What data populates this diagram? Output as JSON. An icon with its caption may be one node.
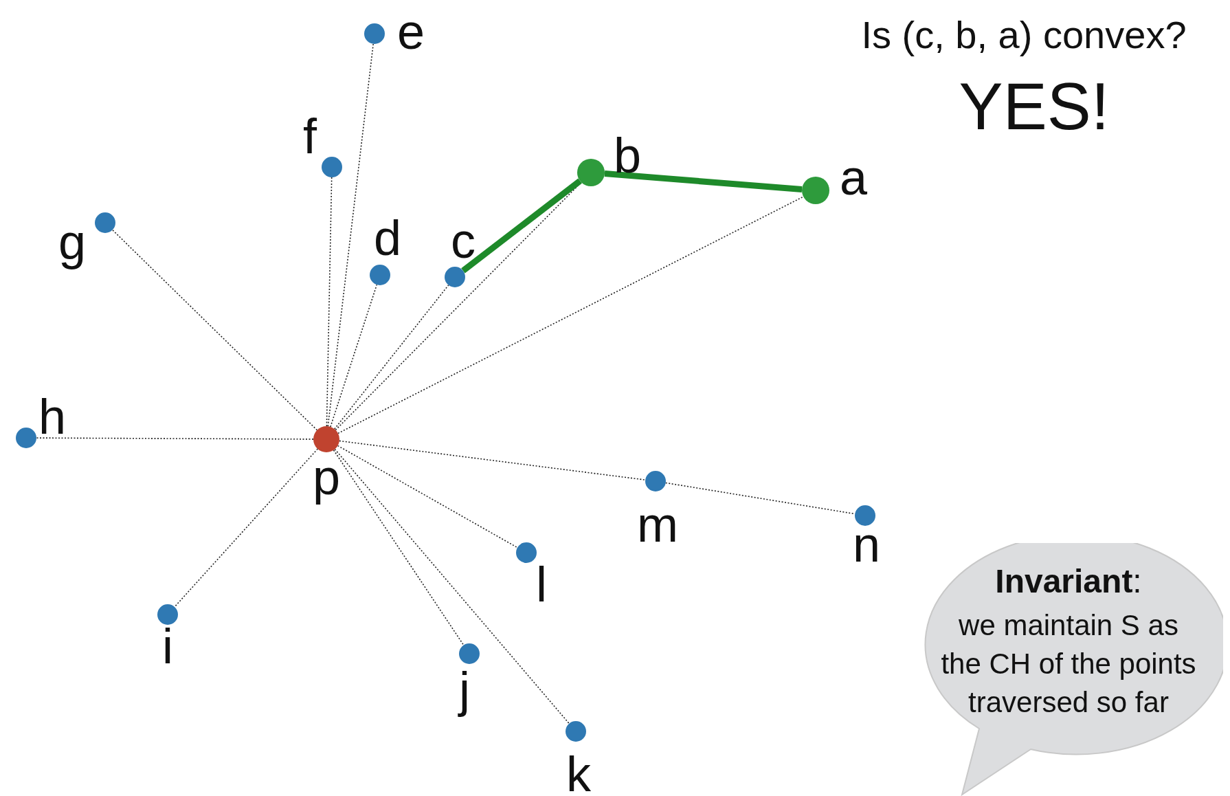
{
  "diagram": {
    "nodes": [
      {
        "text": [
          "a"
        ]
      },
      {
        "text": [
          "b"
        ]
      },
      {
        "text": [
          "c"
        ]
      },
      {
        "text": [
          "d"
        ]
      },
      {
        "text": [
          "e"
        ]
      },
      {
        "text": [
          "f"
        ]
      },
      {
        "text": [
          "g"
        ]
      },
      {
        "text": [
          "h"
        ]
      },
      {
        "text": [
          "i"
        ]
      },
      {
        "text": [
          "j"
        ]
      },
      {
        "text": [
          "k"
        ]
      },
      {
        "text": [
          "l"
        ]
      },
      {
        "text": [
          "m"
        ]
      },
      {
        "text": [
          "n"
        ]
      },
      {
        "text": [
          "p"
        ]
      },
      {
        "text": [
          "**Invariant**:",
          "we maintain S as the CH of the points traversed so far"
        ]
      }
    ],
    "edges": [
      {
        "from": 14,
        "to": 0,
        "arrow": "none",
        "style": "dashed"
      },
      {
        "from": 14,
        "to": 1,
        "arrow": "none",
        "style": "dashed"
      },
      {
        "from": 14,
        "to": 2,
        "arrow": "none",
        "style": "dashed"
      },
      {
        "from": 14,
        "to": 3,
        "arrow": "none",
        "style": "dashed"
      },
      {
        "from": 14,
        "to": 4,
        "arrow": "none",
        "style": "dashed"
      },
      {
        "from": 14,
        "to": 5,
        "arrow": "none",
        "style": "dashed"
      },
      {
        "from": 14,
        "to": 6,
        "arrow": "none",
        "style": "dashed"
      },
      {
        "from": 14,
        "to": 7,
        "arrow": "none",
        "style": "dashed"
      },
      {
        "from": 14,
        "to": 8,
        "arrow": "none",
        "style": "dashed"
      },
      {
        "from": 14,
        "to": 9,
        "arrow": "none",
        "style": "dashed"
      },
      {
        "from": 14,
        "to": 10,
        "arrow": "none",
        "style": "dashed"
      },
      {
        "from": 14,
        "to": 11,
        "arrow": "none",
        "style": "dashed"
      },
      {
        "from": 14,
        "to": 12,
        "arrow": "none",
        "style": "dashed"
      },
      {
        "from": 12,
        "to": 13,
        "arrow": "none",
        "style": "dashed"
      },
      {
        "from": 2,
        "to": 1,
        "arrow": "none",
        "style": "thick",
        "color": "#1e8a2a"
      },
      {
        "from": 1,
        "to": 0,
        "arrow": "none",
        "style": "thick",
        "color": "#1e8a2a"
      }
    ],
    "labels": [
      "Is (c, b, a) convex?",
      "YES!"
    ]
  }
}
